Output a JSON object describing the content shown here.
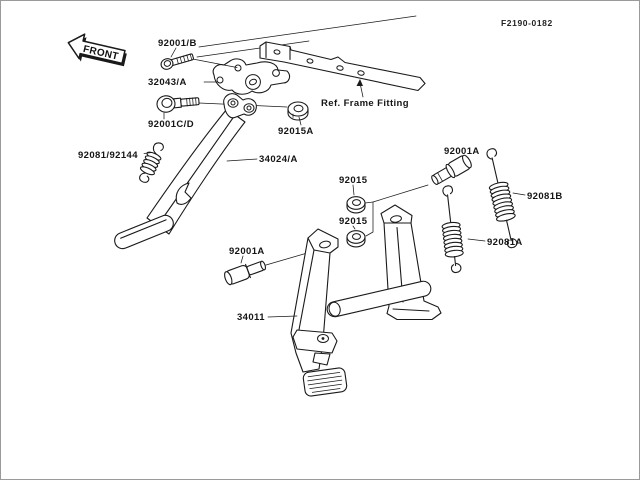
{
  "figure": {
    "code": "F2190-0182",
    "front_arrow": "FRONT",
    "frame_ref": "Ref. Frame Fitting"
  },
  "labels": {
    "bolt_b": "92001/B",
    "bracket": "32043/A",
    "bolt_cd": "92001C/D",
    "nut_a": "92015A",
    "spring_side": "92081/92144",
    "side_stand": "34024/A",
    "nut_1": "92015",
    "nut_2": "92015",
    "bolt_a_right": "92001A",
    "spring_b": "92081B",
    "spring_a": "92081A",
    "bolt_a_left": "92001A",
    "center_stand": "34011"
  }
}
